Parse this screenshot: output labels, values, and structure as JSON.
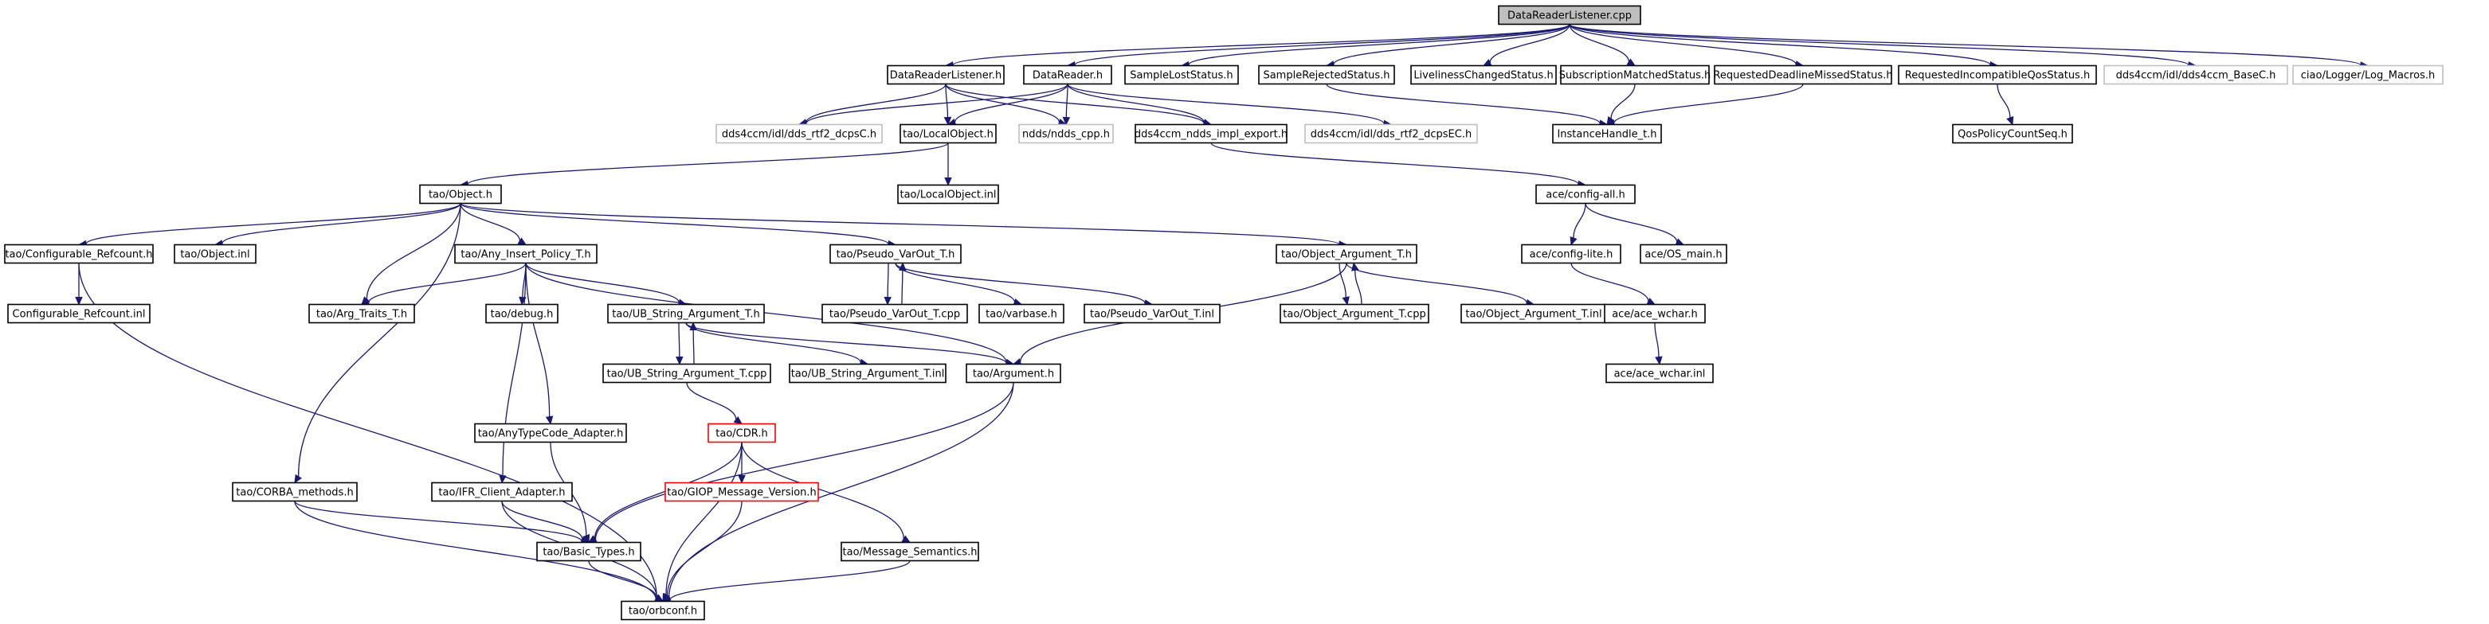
{
  "colors": {
    "edge": "#191970",
    "root_fill": "#bfbfbf",
    "normal_border": "#000000",
    "external_border": "#bfbfbf",
    "incomplete_border": "#ff0000"
  },
  "nodes": [
    {
      "id": "DataReaderListener_cpp",
      "label": "DataReaderListener.cpp",
      "kind": "root"
    },
    {
      "id": "DataReaderListener_h",
      "label": "DataReaderListener.h",
      "kind": "normal"
    },
    {
      "id": "DataReader_h",
      "label": "DataReader.h",
      "kind": "normal"
    },
    {
      "id": "SampleLostStatus_h",
      "label": "SampleLostStatus.h",
      "kind": "normal"
    },
    {
      "id": "SampleRejectedStatus_h",
      "label": "SampleRejectedStatus.h",
      "kind": "normal"
    },
    {
      "id": "LivelinessChangedStatus_h",
      "label": "LivelinessChangedStatus.h",
      "kind": "normal"
    },
    {
      "id": "SubscriptionMatchedStatus_h",
      "label": "SubscriptionMatchedStatus.h",
      "kind": "normal"
    },
    {
      "id": "RequestedDeadlineMissedStatus_h",
      "label": "RequestedDeadlineMissedStatus.h",
      "kind": "normal"
    },
    {
      "id": "RequestedIncompatibleQosStatus_h",
      "label": "RequestedIncompatibleQosStatus.h",
      "kind": "normal"
    },
    {
      "id": "dds4ccm_BaseC_h",
      "label": "dds4ccm/idl/dds4ccm_BaseC.h",
      "kind": "external"
    },
    {
      "id": "ciao_Log_Macros_h",
      "label": "ciao/Logger/Log_Macros.h",
      "kind": "external"
    },
    {
      "id": "dds_rtf2_dcpsC_h",
      "label": "dds4ccm/idl/dds_rtf2_dcpsC.h",
      "kind": "external"
    },
    {
      "id": "tao_LocalObject_h",
      "label": "tao/LocalObject.h",
      "kind": "normal"
    },
    {
      "id": "ndds_cpp_h",
      "label": "ndds/ndds_cpp.h",
      "kind": "external"
    },
    {
      "id": "dds4ccm_ndds_impl_export_h",
      "label": "dds4ccm_ndds_impl_export.h",
      "kind": "normal"
    },
    {
      "id": "dds_rtf2_dcpsEC_h",
      "label": "dds4ccm/idl/dds_rtf2_dcpsEC.h",
      "kind": "external"
    },
    {
      "id": "InstanceHandle_t_h",
      "label": "InstanceHandle_t.h",
      "kind": "normal"
    },
    {
      "id": "QosPolicyCountSeq_h",
      "label": "QosPolicyCountSeq.h",
      "kind": "normal"
    },
    {
      "id": "tao_Object_h",
      "label": "tao/Object.h",
      "kind": "normal"
    },
    {
      "id": "tao_LocalObject_inl",
      "label": "tao/LocalObject.inl",
      "kind": "normal"
    },
    {
      "id": "ace_config_all_h",
      "label": "ace/config-all.h",
      "kind": "normal"
    },
    {
      "id": "tao_Configurable_Refcount_h",
      "label": "tao/Configurable_Refcount.h",
      "kind": "normal"
    },
    {
      "id": "tao_Object_inl",
      "label": "tao/Object.inl",
      "kind": "normal"
    },
    {
      "id": "tao_Any_Insert_Policy_T_h",
      "label": "tao/Any_Insert_Policy_T.h",
      "kind": "normal"
    },
    {
      "id": "tao_Pseudo_VarOut_T_h",
      "label": "tao/Pseudo_VarOut_T.h",
      "kind": "normal"
    },
    {
      "id": "tao_Object_Argument_T_h",
      "label": "tao/Object_Argument_T.h",
      "kind": "normal"
    },
    {
      "id": "ace_config_lite_h",
      "label": "ace/config-lite.h",
      "kind": "normal"
    },
    {
      "id": "ace_OS_main_h",
      "label": "ace/OS_main.h",
      "kind": "normal"
    },
    {
      "id": "Configurable_Refcount_inl",
      "label": "Configurable_Refcount.inl",
      "kind": "normal"
    },
    {
      "id": "tao_Arg_Traits_T_h",
      "label": "tao/Arg_Traits_T.h",
      "kind": "normal"
    },
    {
      "id": "tao_debug_h",
      "label": "tao/debug.h",
      "kind": "normal"
    },
    {
      "id": "tao_UB_String_Argument_T_h",
      "label": "tao/UB_String_Argument_T.h",
      "kind": "normal"
    },
    {
      "id": "tao_Pseudo_VarOut_T_cpp",
      "label": "tao/Pseudo_VarOut_T.cpp",
      "kind": "normal"
    },
    {
      "id": "tao_varbase_h",
      "label": "tao/varbase.h",
      "kind": "normal"
    },
    {
      "id": "tao_Pseudo_VarOut_T_inl",
      "label": "tao/Pseudo_VarOut_T.inl",
      "kind": "normal"
    },
    {
      "id": "tao_Object_Argument_T_cpp",
      "label": "tao/Object_Argument_T.cpp",
      "kind": "normal"
    },
    {
      "id": "tao_Object_Argument_T_inl",
      "label": "tao/Object_Argument_T.inl",
      "kind": "normal"
    },
    {
      "id": "ace_ace_wchar_h",
      "label": "ace/ace_wchar.h",
      "kind": "normal"
    },
    {
      "id": "tao_UB_String_Argument_T_cpp",
      "label": "tao/UB_String_Argument_T.cpp",
      "kind": "normal"
    },
    {
      "id": "tao_UB_String_Argument_T_inl",
      "label": "tao/UB_String_Argument_T.inl",
      "kind": "normal"
    },
    {
      "id": "tao_Argument_h",
      "label": "tao/Argument.h",
      "kind": "normal"
    },
    {
      "id": "ace_ace_wchar_inl",
      "label": "ace/ace_wchar.inl",
      "kind": "normal"
    },
    {
      "id": "tao_CDR_h",
      "label": "tao/CDR.h",
      "kind": "incomplete"
    },
    {
      "id": "tao_AnyTypeCode_Adapter_h",
      "label": "tao/AnyTypeCode_Adapter.h",
      "kind": "normal"
    },
    {
      "id": "tao_GIOP_Message_Version_h",
      "label": "tao/GIOP_Message_Version.h",
      "kind": "incomplete"
    },
    {
      "id": "tao_CORBA_methods_h",
      "label": "tao/CORBA_methods.h",
      "kind": "normal"
    },
    {
      "id": "tao_IFR_Client_Adapter_h",
      "label": "tao/IFR_Client_Adapter.h",
      "kind": "normal"
    },
    {
      "id": "tao_Message_Semantics_h",
      "label": "tao/Message_Semantics.h",
      "kind": "normal"
    },
    {
      "id": "tao_Basic_Types_h",
      "label": "tao/Basic_Types.h",
      "kind": "normal"
    },
    {
      "id": "tao_orbconf_h",
      "label": "tao/orbconf.h",
      "kind": "normal"
    }
  ],
  "edges": [
    [
      "DataReaderListener_cpp",
      "DataReaderListener_h"
    ],
    [
      "DataReaderListener_cpp",
      "DataReader_h"
    ],
    [
      "DataReaderListener_cpp",
      "SampleLostStatus_h"
    ],
    [
      "DataReaderListener_cpp",
      "SampleRejectedStatus_h"
    ],
    [
      "DataReaderListener_cpp",
      "LivelinessChangedStatus_h"
    ],
    [
      "DataReaderListener_cpp",
      "SubscriptionMatchedStatus_h"
    ],
    [
      "DataReaderListener_cpp",
      "RequestedDeadlineMissedStatus_h"
    ],
    [
      "DataReaderListener_cpp",
      "RequestedIncompatibleQosStatus_h"
    ],
    [
      "DataReaderListener_cpp",
      "dds4ccm_BaseC_h"
    ],
    [
      "DataReaderListener_cpp",
      "ciao_Log_Macros_h"
    ],
    [
      "DataReaderListener_h",
      "dds_rtf2_dcpsC_h"
    ],
    [
      "DataReaderListener_h",
      "tao_LocalObject_h"
    ],
    [
      "DataReaderListener_h",
      "ndds_cpp_h"
    ],
    [
      "DataReaderListener_h",
      "dds4ccm_ndds_impl_export_h"
    ],
    [
      "DataReader_h",
      "dds_rtf2_dcpsC_h"
    ],
    [
      "DataReader_h",
      "tao_LocalObject_h"
    ],
    [
      "DataReader_h",
      "ndds_cpp_h"
    ],
    [
      "DataReader_h",
      "dds4ccm_ndds_impl_export_h"
    ],
    [
      "DataReader_h",
      "dds_rtf2_dcpsEC_h"
    ],
    [
      "SampleRejectedStatus_h",
      "InstanceHandle_t_h"
    ],
    [
      "SubscriptionMatchedStatus_h",
      "InstanceHandle_t_h"
    ],
    [
      "RequestedDeadlineMissedStatus_h",
      "InstanceHandle_t_h"
    ],
    [
      "RequestedIncompatibleQosStatus_h",
      "QosPolicyCountSeq_h"
    ],
    [
      "tao_LocalObject_h",
      "tao_Object_h"
    ],
    [
      "tao_LocalObject_h",
      "tao_LocalObject_inl"
    ],
    [
      "dds4ccm_ndds_impl_export_h",
      "ace_config_all_h"
    ],
    [
      "tao_Object_h",
      "tao_Configurable_Refcount_h"
    ],
    [
      "tao_Object_h",
      "tao_Object_inl"
    ],
    [
      "tao_Object_h",
      "tao_Any_Insert_Policy_T_h"
    ],
    [
      "tao_Object_h",
      "tao_Pseudo_VarOut_T_h"
    ],
    [
      "tao_Object_h",
      "tao_Object_Argument_T_h"
    ],
    [
      "tao_Object_h",
      "tao_Arg_Traits_T_h"
    ],
    [
      "tao_Object_h",
      "tao_CORBA_methods_h"
    ],
    [
      "ace_config_all_h",
      "ace_config_lite_h"
    ],
    [
      "ace_config_all_h",
      "ace_OS_main_h"
    ],
    [
      "tao_Configurable_Refcount_h",
      "Configurable_Refcount_inl"
    ],
    [
      "tao_Configurable_Refcount_h",
      "tao_orbconf_h"
    ],
    [
      "tao_Any_Insert_Policy_T_h",
      "tao_Arg_Traits_T_h"
    ],
    [
      "tao_Any_Insert_Policy_T_h",
      "tao_debug_h"
    ],
    [
      "tao_Any_Insert_Policy_T_h",
      "tao_UB_String_Argument_T_h"
    ],
    [
      "tao_Any_Insert_Policy_T_h",
      "tao_Argument_h"
    ],
    [
      "tao_Any_Insert_Policy_T_h",
      "tao_AnyTypeCode_Adapter_h"
    ],
    [
      "tao_Any_Insert_Policy_T_h",
      "tao_IFR_Client_Adapter_h"
    ],
    [
      "tao_Pseudo_VarOut_T_h",
      "tao_Pseudo_VarOut_T_cpp"
    ],
    [
      "tao_Pseudo_VarOut_T_h",
      "tao_varbase_h"
    ],
    [
      "tao_Pseudo_VarOut_T_h",
      "tao_Pseudo_VarOut_T_inl"
    ],
    [
      "tao_Pseudo_VarOut_T_cpp",
      "tao_Pseudo_VarOut_T_h"
    ],
    [
      "tao_Object_Argument_T_h",
      "tao_Object_Argument_T_cpp"
    ],
    [
      "tao_Object_Argument_T_h",
      "tao_Object_Argument_T_inl"
    ],
    [
      "tao_Object_Argument_T_h",
      "tao_Argument_h"
    ],
    [
      "tao_Object_Argument_T_cpp",
      "tao_Object_Argument_T_h"
    ],
    [
      "ace_config_lite_h",
      "ace_ace_wchar_h"
    ],
    [
      "ace_ace_wchar_h",
      "ace_ace_wchar_inl"
    ],
    [
      "tao_UB_String_Argument_T_h",
      "tao_UB_String_Argument_T_cpp"
    ],
    [
      "tao_UB_String_Argument_T_h",
      "tao_UB_String_Argument_T_inl"
    ],
    [
      "tao_UB_String_Argument_T_h",
      "tao_Argument_h"
    ],
    [
      "tao_UB_String_Argument_T_cpp",
      "tao_UB_String_Argument_T_h"
    ],
    [
      "tao_UB_String_Argument_T_cpp",
      "tao_CDR_h"
    ],
    [
      "tao_Argument_h",
      "tao_Basic_Types_h"
    ],
    [
      "tao_Argument_h",
      "tao_orbconf_h"
    ],
    [
      "tao_CDR_h",
      "tao_GIOP_Message_Version_h"
    ],
    [
      "tao_CDR_h",
      "tao_Message_Semantics_h"
    ],
    [
      "tao_CDR_h",
      "tao_Basic_Types_h"
    ],
    [
      "tao_CDR_h",
      "tao_orbconf_h"
    ],
    [
      "tao_AnyTypeCode_Adapter_h",
      "tao_Basic_Types_h"
    ],
    [
      "tao_GIOP_Message_Version_h",
      "tao_orbconf_h"
    ],
    [
      "tao_CORBA_methods_h",
      "tao_Basic_Types_h"
    ],
    [
      "tao_CORBA_methods_h",
      "tao_orbconf_h"
    ],
    [
      "tao_IFR_Client_Adapter_h",
      "tao_Basic_Types_h"
    ],
    [
      "tao_IFR_Client_Adapter_h",
      "tao_orbconf_h"
    ],
    [
      "tao_Message_Semantics_h",
      "tao_orbconf_h"
    ],
    [
      "tao_Basic_Types_h",
      "tao_orbconf_h"
    ]
  ]
}
